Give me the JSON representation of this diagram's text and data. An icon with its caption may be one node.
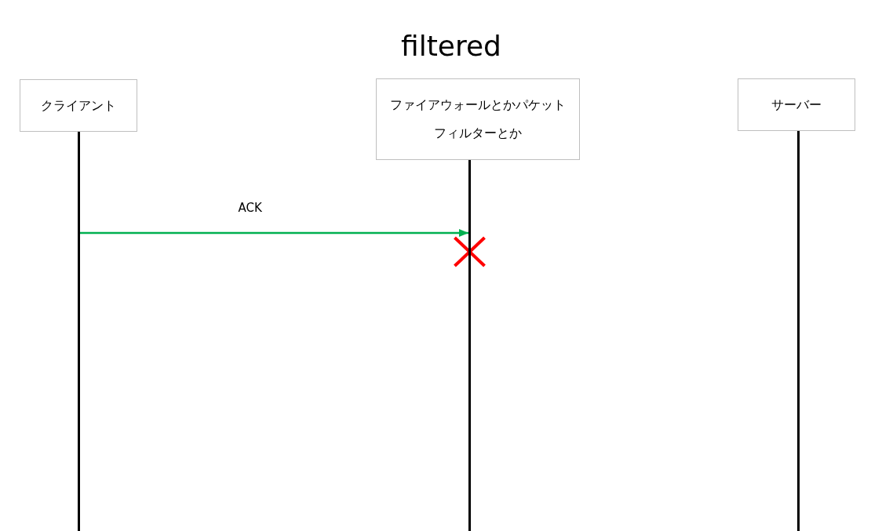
{
  "diagram": {
    "title": "filtered",
    "nodes": [
      {
        "text": [
          "クライアント"
        ]
      },
      {
        "text": [
          "ファイアウォールとかパケットフィルターとか"
        ]
      },
      {
        "text": [
          "サーバー"
        ]
      },
      {
        "text": [],
        "shape": "bar"
      },
      {
        "text": [],
        "shape": "bar"
      },
      {
        "text": [],
        "shape": "bar"
      }
    ],
    "edges": [
      {
        "from": 3,
        "to": 4,
        "arrow": "to",
        "label": "ACK",
        "color": "#00b050"
      }
    ]
  }
}
